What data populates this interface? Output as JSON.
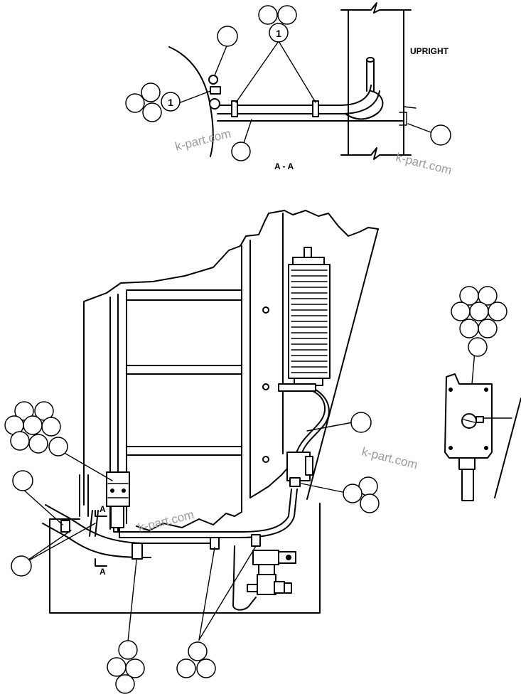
{
  "section_view": {
    "label_upright": "UPRIGHT",
    "label_section": "A - A",
    "item_number": "1"
  },
  "main_view": {
    "section_cut_label": "A"
  },
  "watermark": "k-part.com"
}
